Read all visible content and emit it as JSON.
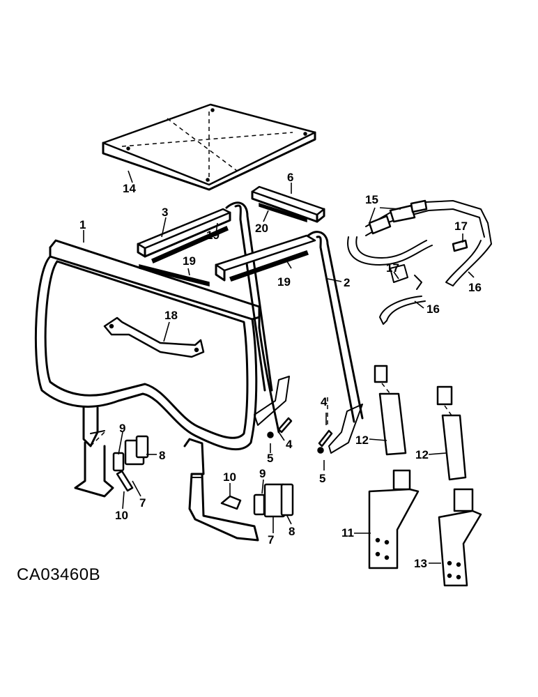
{
  "figure_code": "CA03460B",
  "callouts": {
    "c1": "1",
    "c2": "2",
    "c3": "3",
    "c4a": "4",
    "c4b": "4",
    "c5a": "5",
    "c5b": "5",
    "c6": "6",
    "c7a": "7",
    "c7b": "7",
    "c8a": "8",
    "c8b": "8",
    "c9a": "9",
    "c9b": "9",
    "c10a": "10",
    "c10b": "10",
    "c11": "11",
    "c12a": "12",
    "c12b": "12",
    "c13": "13",
    "c14": "14",
    "c15": "15",
    "c16a": "16",
    "c16b": "16",
    "c17a": "17",
    "c17b": "17",
    "c18": "18",
    "c19a": "19",
    "c19b": "19",
    "c19c": "19",
    "c20": "20"
  }
}
